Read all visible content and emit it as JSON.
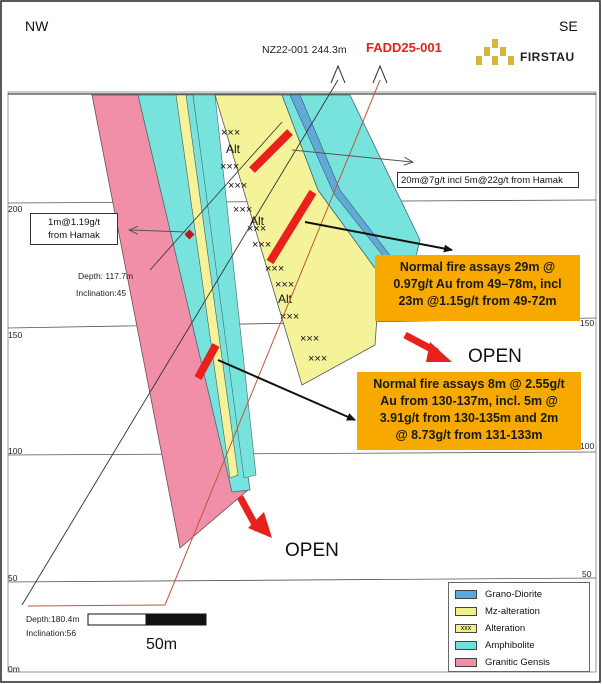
{
  "header": {
    "left_direction": "NW",
    "right_direction": "SE",
    "drill_hole_1": "NZ22-001 244.3m",
    "drill_hole_2": "FADD25-001",
    "logo_text": "FIRSTAU"
  },
  "elevations_left": [
    "200",
    "150",
    "100",
    "50",
    "0m"
  ],
  "elevations_right": [
    "150",
    "100",
    "50"
  ],
  "alteration_labels": [
    "Alt",
    "Alt",
    "Alt"
  ],
  "hole_info": {
    "depth_1": "Depth:  117.7m",
    "inclination_1": "Inclination:45",
    "depth_2": "Depth:180.4m",
    "inclination_2": "Inclination:56"
  },
  "intercepts": {
    "hamak_top": "20m@7g/t incl 5m@22g/t from Hamak",
    "hamak_left_line1": "1m@1.19g/t",
    "hamak_left_line2": "from Hamak"
  },
  "callouts": {
    "upper": [
      "Normal fire assays 29m @",
      "0.97g/t Au from 49–78m, incl",
      "23m @1.15g/t from 49-72m"
    ],
    "lower": [
      "Normal fire assays 8m @ 2.55g/t",
      "Au from 130-137m, incl. 5m @",
      "3.91g/t from 130-135m and 2m",
      "@ 8.73g/t from 131-133m"
    ]
  },
  "open_labels": [
    "OPEN",
    "OPEN"
  ],
  "scale_bar_label": "50m",
  "legend": [
    {
      "label": "Grano-Diorite",
      "color": "#5ba8d8"
    },
    {
      "label": "Mz-alteration",
      "color": "#f2f08a"
    },
    {
      "label": "Alteration",
      "color": "#f2f08a",
      "pattern": "xxx"
    },
    {
      "label": "Amphibolite",
      "color": "#6fe0da"
    },
    {
      "label": "Granitic Gensis",
      "color": "#ef8ea5"
    }
  ],
  "colors": {
    "granitic": "#f08fa7",
    "amphibolite": "#78e3dd",
    "mz_alteration": "#f4f39a",
    "grano_diorite": "#62a9d6",
    "intercept_red": "#e8211c",
    "callout_orange": "#f7a900"
  }
}
